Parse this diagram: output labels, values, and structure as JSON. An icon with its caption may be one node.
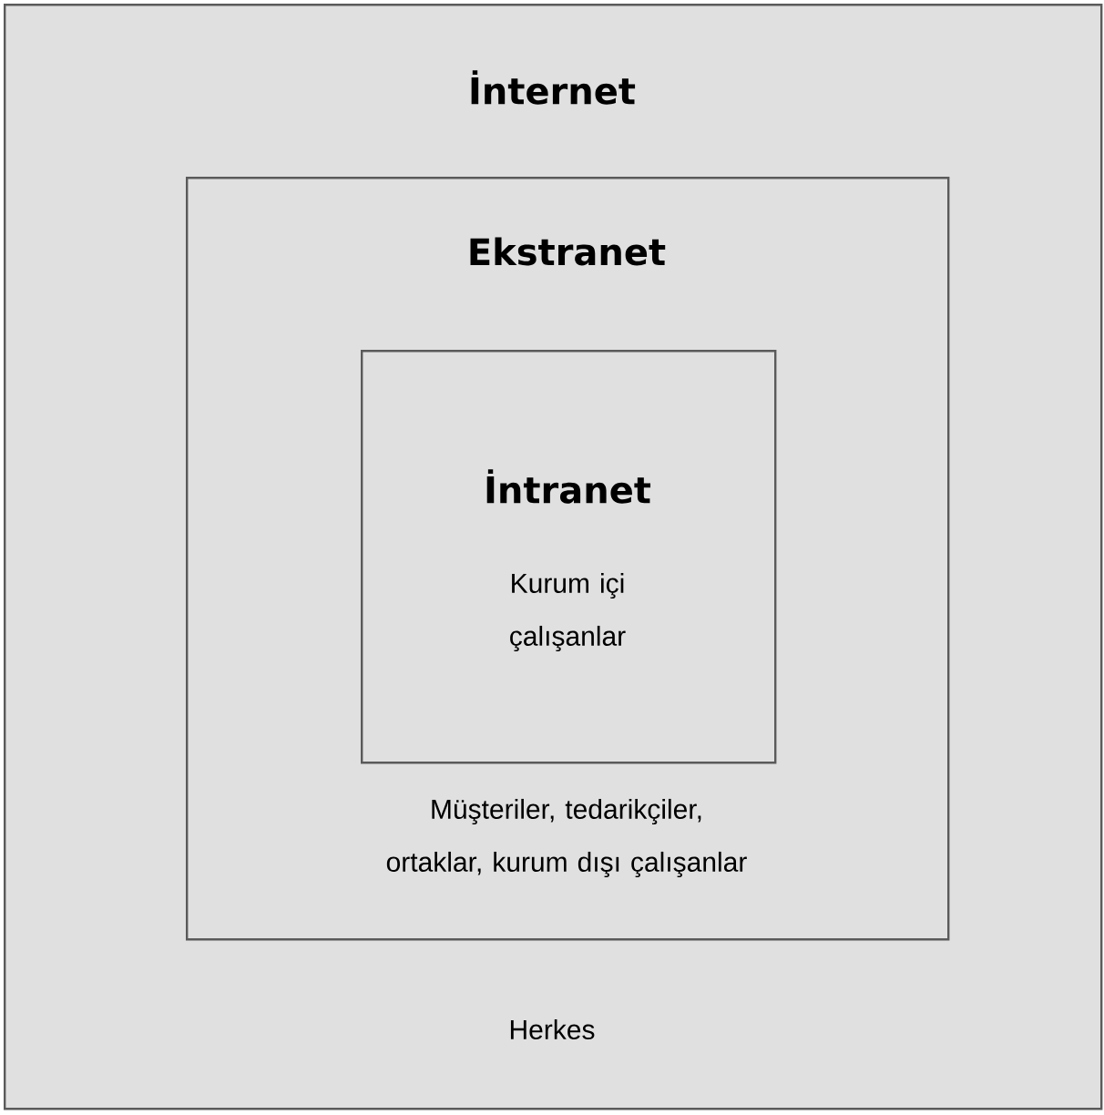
{
  "diagram": {
    "nodes": [
      {
        "text": [
          "İnternet",
          "Herkes"
        ]
      },
      {
        "text": [
          "Ekstranet",
          "Müşteriler, tedarikçiler, ortaklar, kurum dışı çalışanlar"
        ],
        "in": 0
      },
      {
        "text": [
          "İntranet",
          "Kurum içi çalışanlar"
        ],
        "in": 1
      }
    ]
  }
}
